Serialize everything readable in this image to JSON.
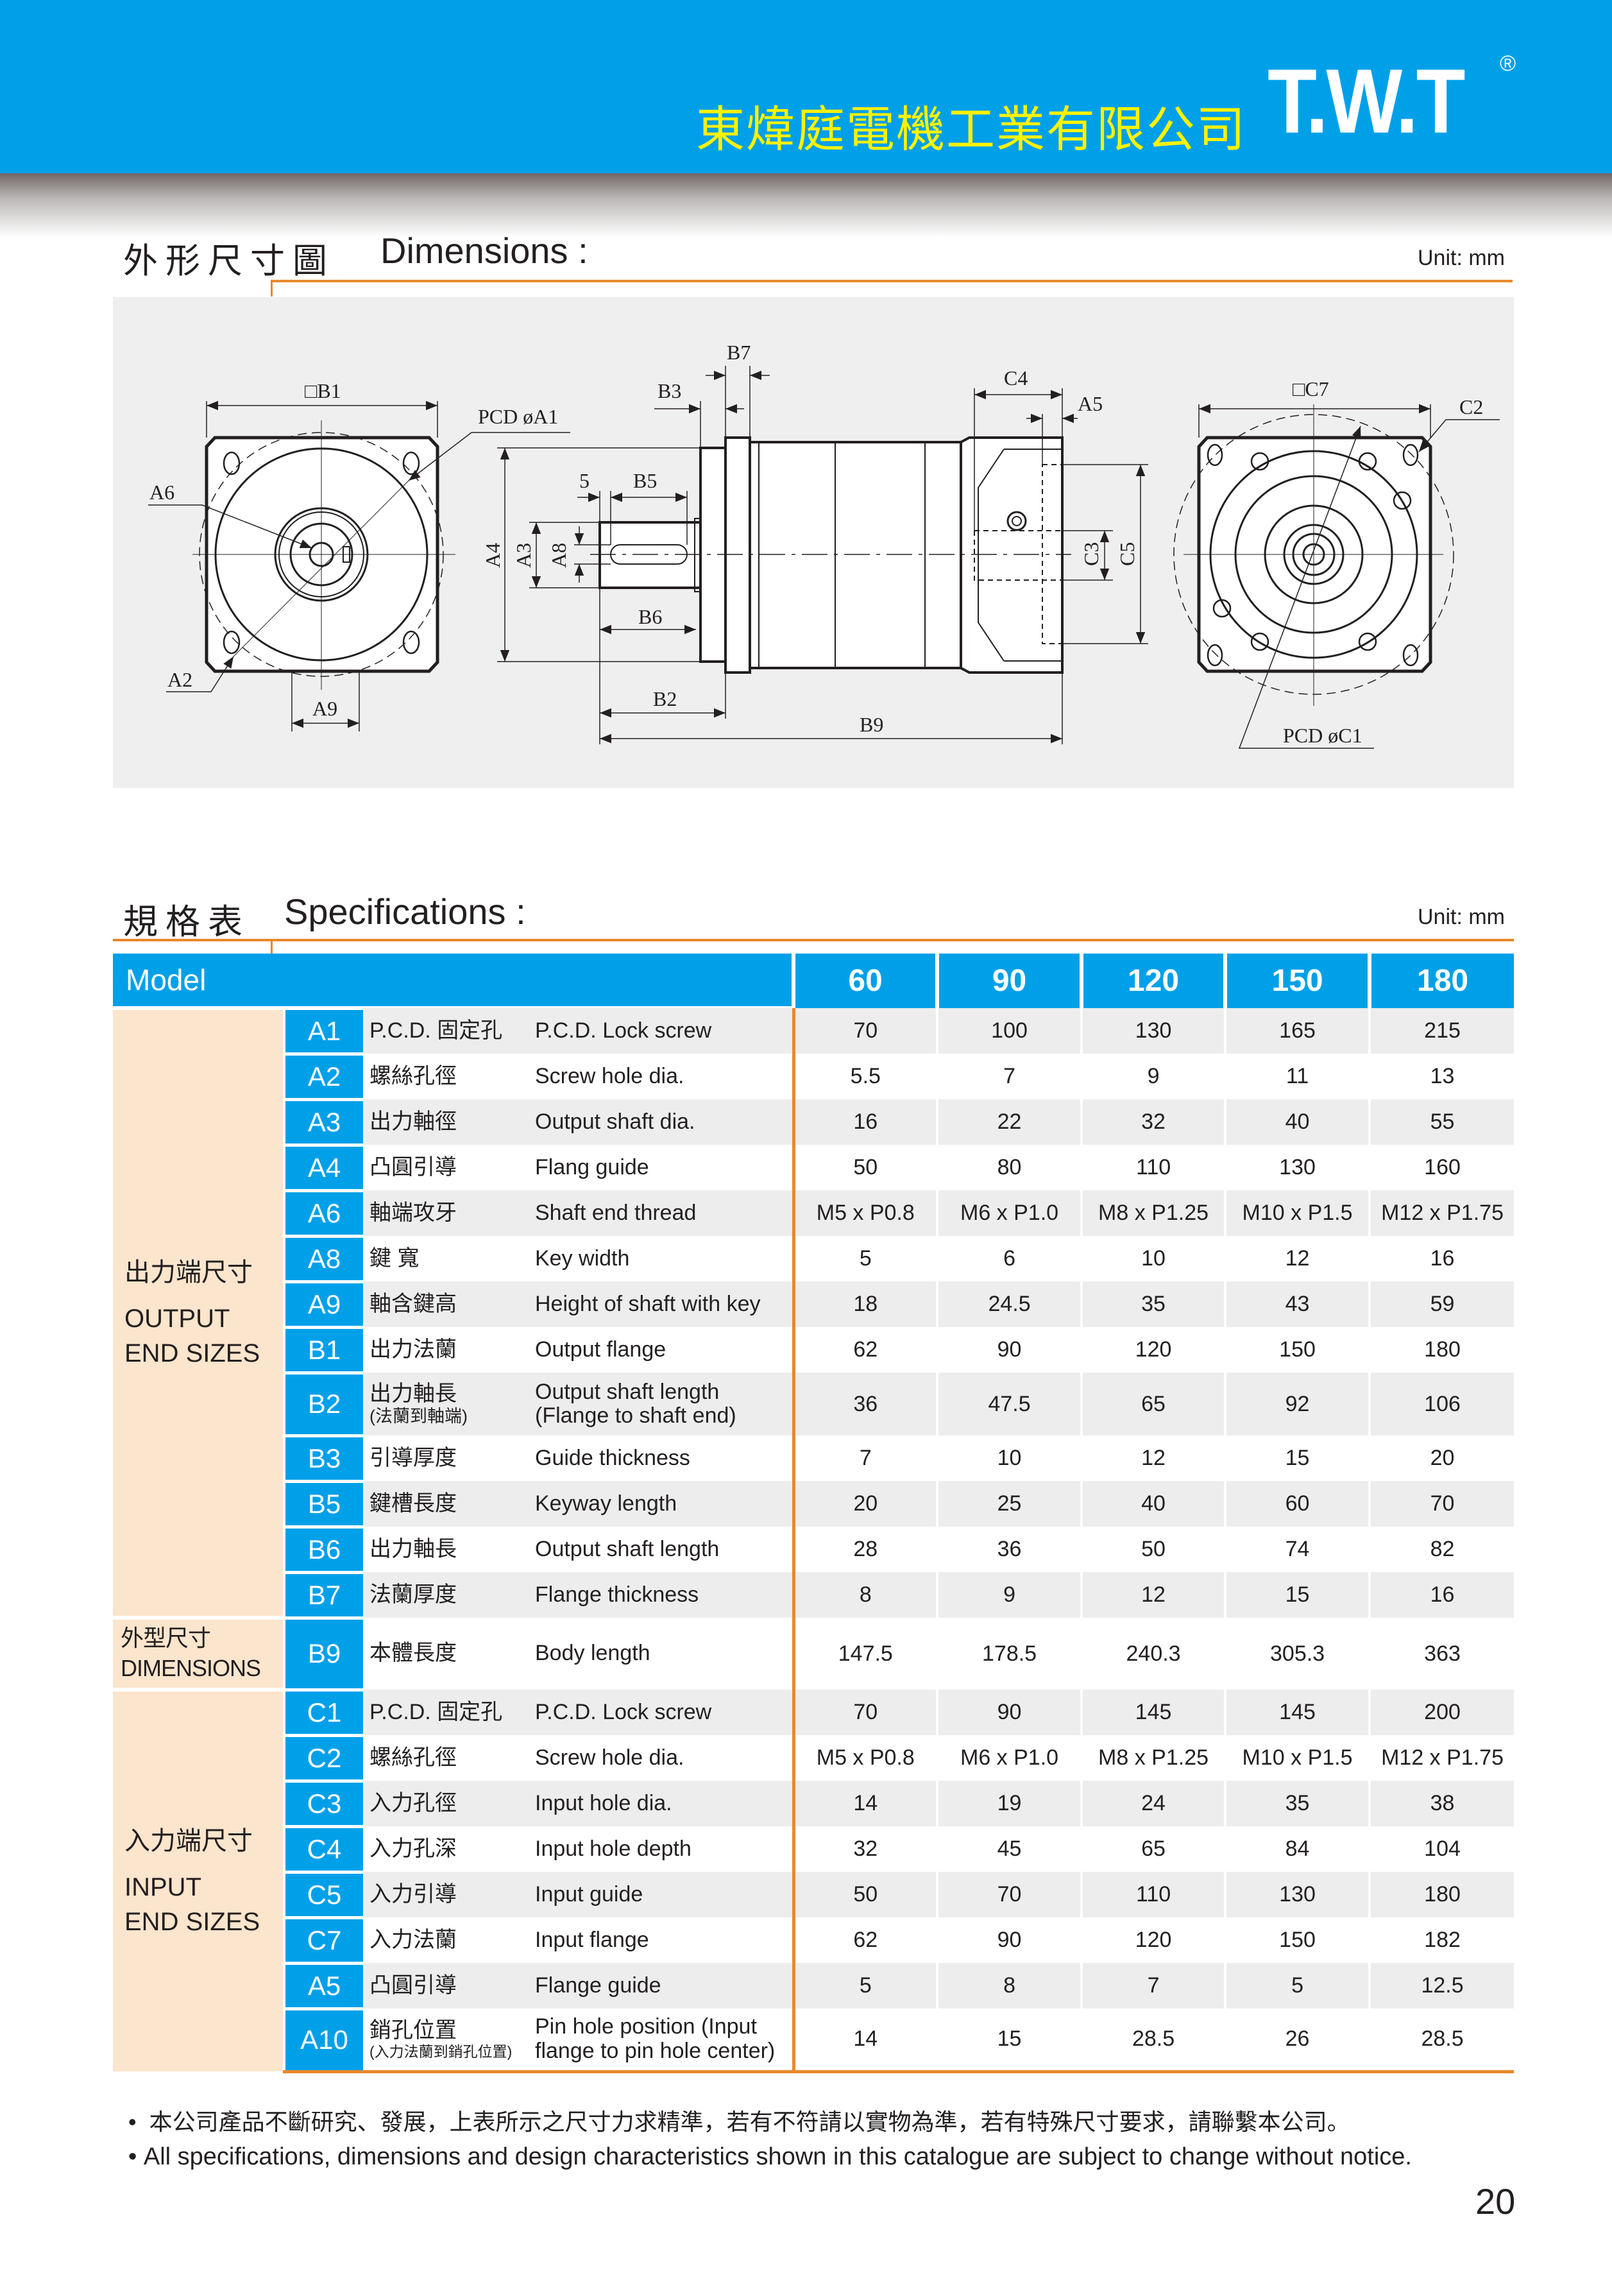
{
  "header": {
    "company_name": "東煒庭電機工業有限公司",
    "logo_text": "T.W.T",
    "registered_mark": "®",
    "colors": {
      "brand_blue": "#00A0E9",
      "company_text": "#FFF200",
      "accent_orange": "#E8892B",
      "group_peach": "#FBE5CC"
    }
  },
  "dimensions_section": {
    "title_cn": "外形尺寸圖",
    "title_en": "Dimensions :",
    "unit": "Unit: mm",
    "labels": {
      "B1": "□B1",
      "PCD_A1": "PCD øA1",
      "A6": "A6",
      "A2": "A2",
      "A9": "A9",
      "B7": "B7",
      "B3": "B3",
      "five": "5",
      "B5": "B5",
      "A4": "A4",
      "A3": "A3",
      "A8": "A8",
      "B6": "B6",
      "B2": "B2",
      "B9": "B9",
      "C4": "C4",
      "A5": "A5",
      "C3": "C3",
      "C5": "C5",
      "C7": "□C7",
      "C2": "C2",
      "PCD_C1": "PCD øC1"
    }
  },
  "spec_section": {
    "title_cn": "規格表",
    "title_en": "Specifications :",
    "unit": "Unit: mm",
    "model_label": "Model",
    "sizes": [
      "60",
      "90",
      "120",
      "150",
      "180"
    ],
    "groups": [
      {
        "cn": "出力端尺寸",
        "en1": "OUTPUT",
        "en2": "END SIZES",
        "span": 13
      },
      {
        "cn": "外型尺寸",
        "en1": "DIMENSIONS",
        "en2": "",
        "span": 1
      },
      {
        "cn": "入力端尺寸",
        "en1": "INPUT",
        "en2": "END SIZES",
        "span": 9
      }
    ],
    "rows": [
      {
        "code": "A1",
        "cn": "P.C.D. 固定孔",
        "en": "P.C.D. Lock screw",
        "values": [
          "70",
          "100",
          "130",
          "165",
          "215"
        ]
      },
      {
        "code": "A2",
        "cn": "螺絲孔徑",
        "en": "Screw hole dia.",
        "values": [
          "5.5",
          "7",
          "9",
          "11",
          "13"
        ]
      },
      {
        "code": "A3",
        "cn": "出力軸徑",
        "en": "Output shaft dia.",
        "values": [
          "16",
          "22",
          "32",
          "40",
          "55"
        ]
      },
      {
        "code": "A4",
        "cn": "凸圓引導",
        "en": "Flang guide",
        "values": [
          "50",
          "80",
          "110",
          "130",
          "160"
        ]
      },
      {
        "code": "A6",
        "cn": "軸端攻牙",
        "en": "Shaft end thread",
        "values": [
          "M5 x P0.8",
          "M6 x P1.0",
          "M8 x P1.25",
          "M10 x P1.5",
          "M12 x P1.75"
        ]
      },
      {
        "code": "A8",
        "cn": "鍵 寬",
        "en": "Key width",
        "values": [
          "5",
          "6",
          "10",
          "12",
          "16"
        ]
      },
      {
        "code": "A9",
        "cn": "軸含鍵高",
        "en": "Height of shaft with key",
        "values": [
          "18",
          "24.5",
          "35",
          "43",
          "59"
        ]
      },
      {
        "code": "B1",
        "cn": "出力法蘭",
        "en": "Output flange",
        "values": [
          "62",
          "90",
          "120",
          "150",
          "180"
        ]
      },
      {
        "code": "B2",
        "cn": "出力軸長",
        "cn_sub": "(法蘭到軸端)",
        "en": "Output shaft length",
        "en2": "(Flange to shaft end)",
        "values": [
          "36",
          "47.5",
          "65",
          "92",
          "106"
        ]
      },
      {
        "code": "B3",
        "cn": "引導厚度",
        "en": "Guide thickness",
        "values": [
          "7",
          "10",
          "12",
          "15",
          "20"
        ]
      },
      {
        "code": "B5",
        "cn": "鍵槽長度",
        "en": "Keyway length",
        "values": [
          "20",
          "25",
          "40",
          "60",
          "70"
        ]
      },
      {
        "code": "B6",
        "cn": "出力軸長",
        "en": "Output shaft length",
        "values": [
          "28",
          "36",
          "50",
          "74",
          "82"
        ]
      },
      {
        "code": "B7",
        "cn": "法蘭厚度",
        "en": "Flange thickness",
        "values": [
          "8",
          "9",
          "12",
          "15",
          "16"
        ]
      },
      {
        "code": "B9",
        "cn": "本體長度",
        "en": "Body length",
        "values": [
          "147.5",
          "178.5",
          "240.3",
          "305.3",
          "363"
        ]
      },
      {
        "code": "C1",
        "cn": "P.C.D. 固定孔",
        "en": "P.C.D. Lock screw",
        "values": [
          "70",
          "90",
          "145",
          "145",
          "200"
        ]
      },
      {
        "code": "C2",
        "cn": "螺絲孔徑",
        "en": "Screw hole dia.",
        "values": [
          "M5 x P0.8",
          "M6 x P1.0",
          "M8 x P1.25",
          "M10 x P1.5",
          "M12 x P1.75"
        ]
      },
      {
        "code": "C3",
        "cn": "入力孔徑",
        "en": "Input hole dia.",
        "values": [
          "14",
          "19",
          "24",
          "35",
          "38"
        ]
      },
      {
        "code": "C4",
        "cn": "入力孔深",
        "en": "Input hole depth",
        "values": [
          "32",
          "45",
          "65",
          "84",
          "104"
        ]
      },
      {
        "code": "C5",
        "cn": "入力引導",
        "en": "Input guide",
        "values": [
          "50",
          "70",
          "110",
          "130",
          "180"
        ]
      },
      {
        "code": "C7",
        "cn": "入力法蘭",
        "en": "Input flange",
        "values": [
          "62",
          "90",
          "120",
          "150",
          "182"
        ]
      },
      {
        "code": "A5",
        "cn": "凸圓引導",
        "en": "Flange guide",
        "values": [
          "5",
          "8",
          "7",
          "5",
          "12.5"
        ]
      },
      {
        "code": "A10",
        "cn": "銷孔位置",
        "cn_sub": "(入力法蘭到銷孔位置)",
        "en": "Pin hole position (Input",
        "en2": "flange to pin hole center)",
        "values": [
          "14",
          "15",
          "28.5",
          "26",
          "28.5"
        ]
      }
    ]
  },
  "notes": [
    "本公司產品不斷研究、發展，上表所示之尺寸力求精準，若有不符請以實物為準，若有特殊尺寸要求，請聯繫本公司。",
    "All specifications, dimensions and design characteristics shown in this catalogue are subject to change without notice."
  ],
  "page_number": "20"
}
